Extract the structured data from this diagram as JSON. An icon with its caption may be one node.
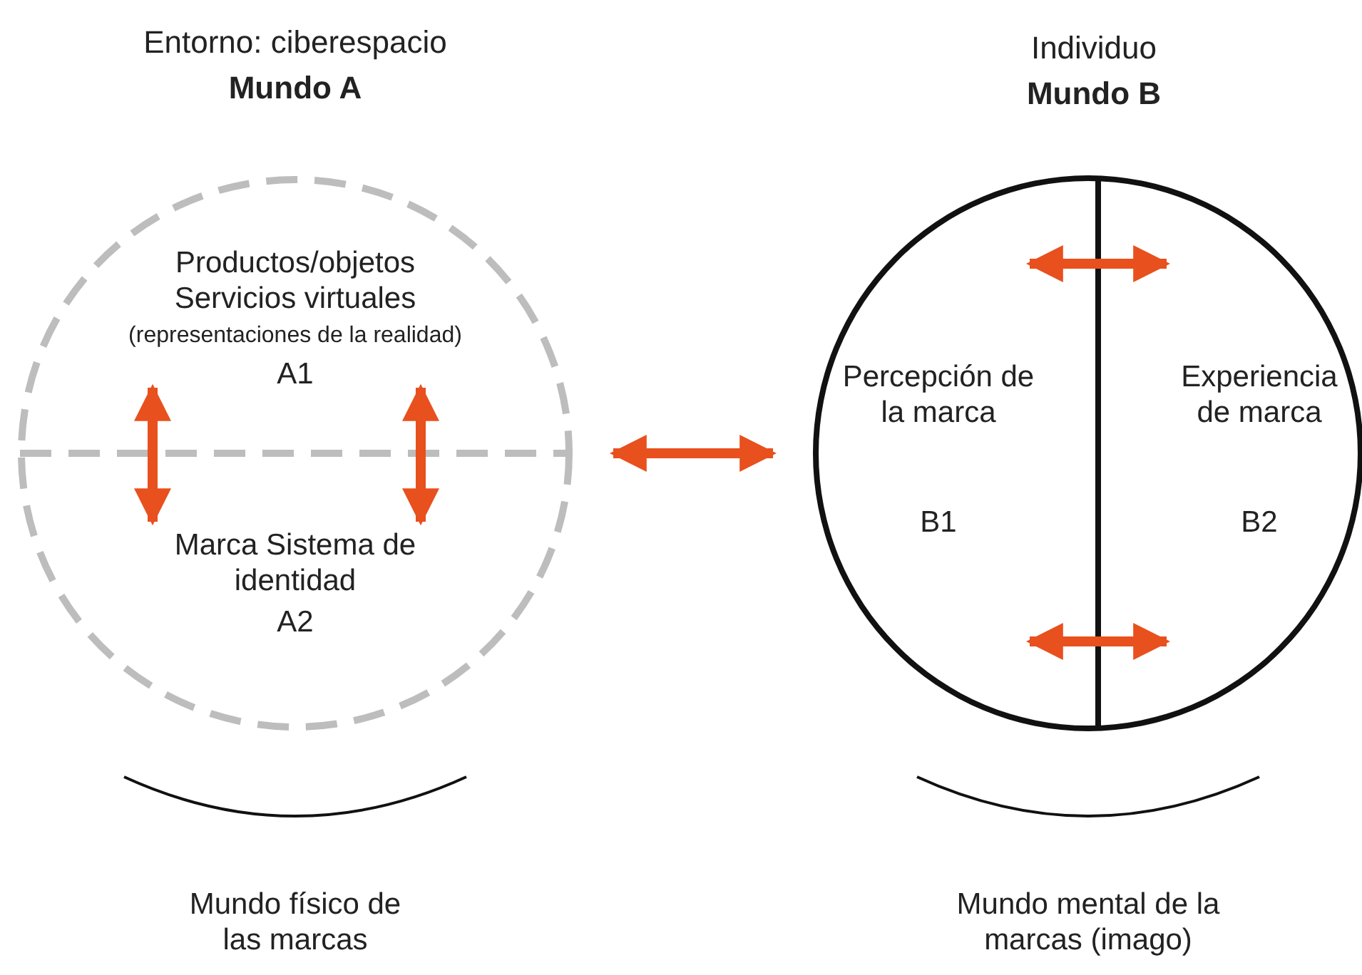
{
  "diagram": {
    "nodes": [
      {
        "text": [
          "Entorno: ciberespacio",
          "Mundo A"
        ]
      },
      {
        "text": [
          "Productos/objetos Servicios virtuales",
          "(representaciones de la realidad)",
          "A1"
        ],
        "in": 0
      },
      {
        "text": [
          "Marca Sistema de identidad",
          "A2"
        ],
        "in": 0
      },
      {
        "text": [
          "Individuo",
          "Mundo B"
        ]
      },
      {
        "text": [
          "Percepción de la marca",
          "B1"
        ],
        "in": 3
      },
      {
        "text": [
          "Experiencia de marca",
          "B2"
        ],
        "in": 3
      }
    ],
    "edges": [
      {
        "from": 1,
        "to": 2,
        "arrow": "both"
      },
      {
        "from": 1,
        "to": 2,
        "arrow": "both"
      },
      {
        "from": 0,
        "to": 3,
        "arrow": "both"
      },
      {
        "from": 4,
        "to": 5,
        "arrow": "both"
      },
      {
        "from": 4,
        "to": 5,
        "arrow": "both"
      }
    ],
    "labels": [
      "Mundo físico de las marcas",
      "Mundo mental de la marcas (imago)"
    ]
  }
}
